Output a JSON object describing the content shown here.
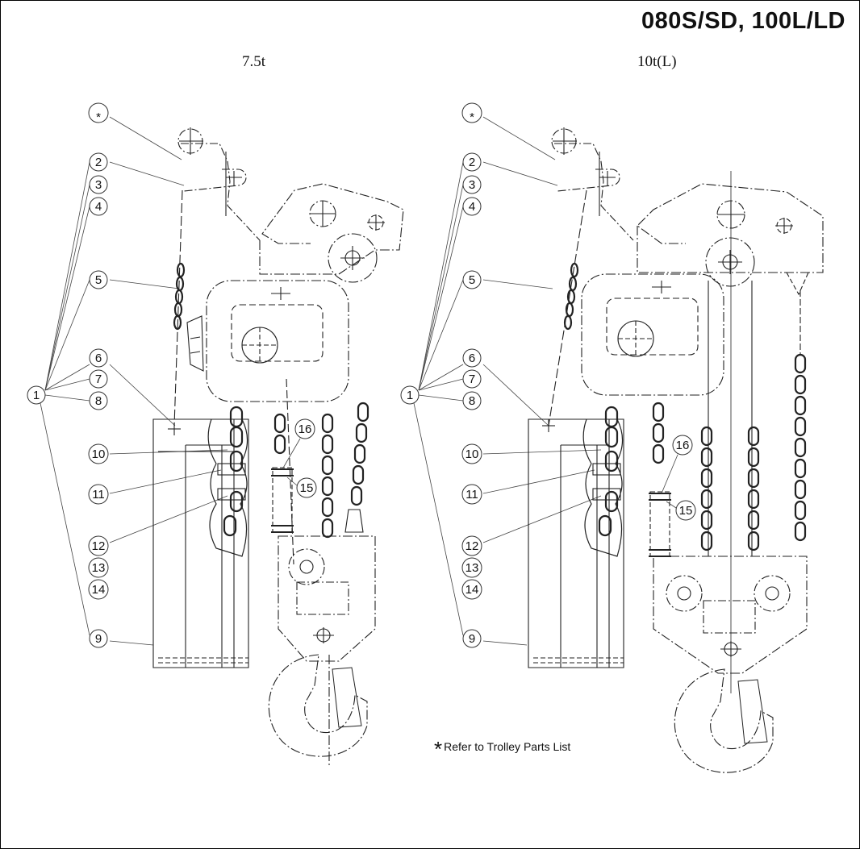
{
  "header": {
    "title": "080S/SD, 100L/LD"
  },
  "views": [
    {
      "caption": "7.5t"
    },
    {
      "caption": "10t(L)"
    }
  ],
  "callouts": [
    "*",
    "2",
    "3",
    "4",
    "5",
    "6",
    "7",
    "1",
    "8",
    "10",
    "11",
    "12",
    "13",
    "14",
    "9",
    "16",
    "15"
  ],
  "footnote": {
    "symbol": "*",
    "text": "Refer to Trolley Parts List"
  }
}
